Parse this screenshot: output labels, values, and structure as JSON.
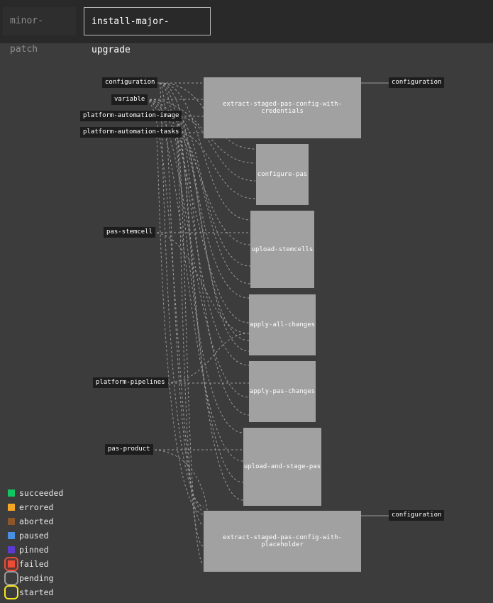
{
  "tabs": [
    {
      "label": "minor-patch",
      "active": false
    },
    {
      "label": "install-major-upgrade",
      "active": true
    }
  ],
  "inputs": {
    "configuration": "configuration",
    "variable": "variable",
    "platform_automation_image": "platform-automation-image",
    "platform_automation_tasks": "platform-automation-tasks",
    "pas_stemcell": "pas-stemcell",
    "platform_pipelines": "platform-pipelines",
    "pas_product": "pas-product"
  },
  "outputs": {
    "top_configuration": "configuration",
    "bottom_configuration": "configuration"
  },
  "jobs": {
    "extract_credentials": "extract-staged-pas-config-with-credentials",
    "configure_pas": "configure-pas",
    "upload_stemcells": "upload-stemcells",
    "apply_all_changes": "apply-all-changes",
    "apply_pas_changes": "apply-pas-changes",
    "upload_and_stage_pas": "upload-and-stage-pas",
    "extract_placeholder": "extract-staged-pas-config-with-placeholder"
  },
  "legend": [
    {
      "label": "succeeded",
      "color": "#11c560"
    },
    {
      "label": "errored",
      "color": "#f5a623"
    },
    {
      "label": "aborted",
      "color": "#8b572a"
    },
    {
      "label": "paused",
      "color": "#4a90e2"
    },
    {
      "label": "pinned",
      "color": "#5c3bd1"
    },
    {
      "label": "failed",
      "color": "#ed4b35"
    },
    {
      "label": "pending",
      "color": "#9b9b9b"
    },
    {
      "label": "started",
      "color": "#f5e71f"
    }
  ]
}
